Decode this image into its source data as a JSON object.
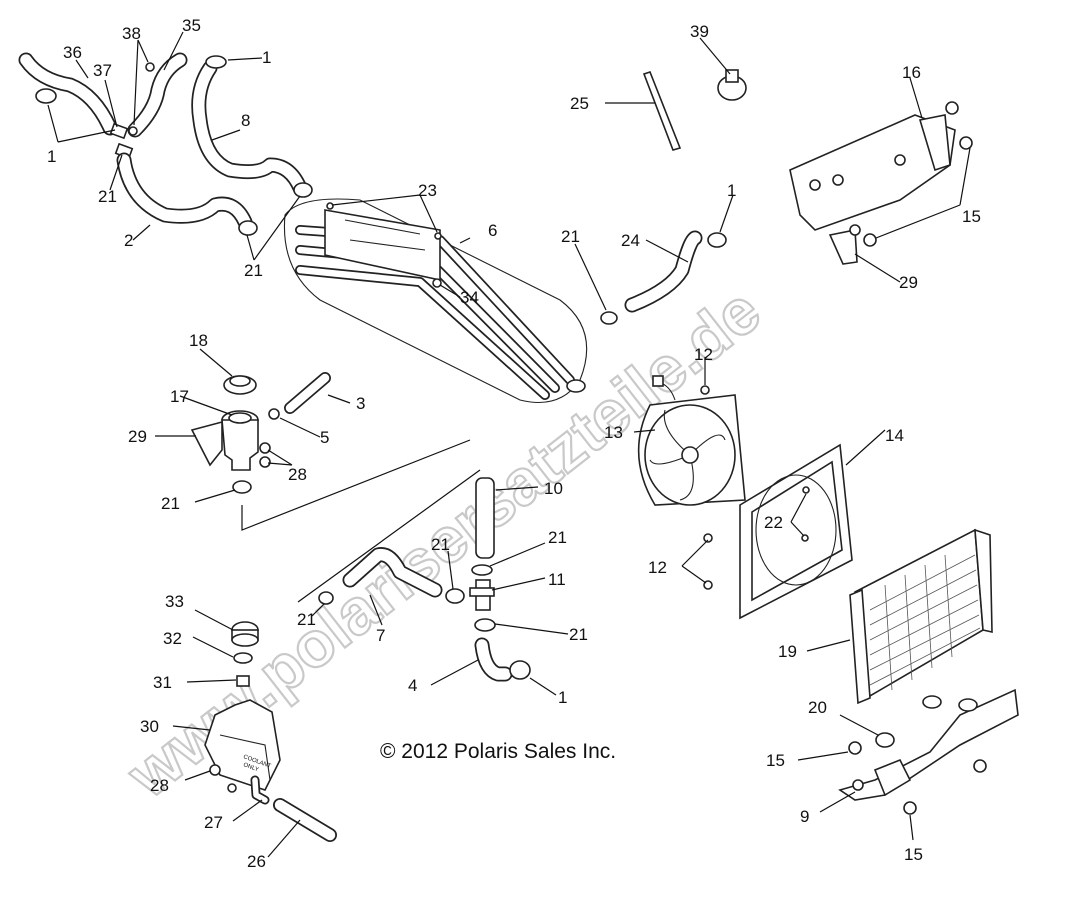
{
  "copyright": "© 2012 Polaris Sales Inc.",
  "watermark": "www.polarisersatzteile.de",
  "callouts": {
    "c36": "36",
    "c38": "38",
    "c35": "35",
    "c37": "37",
    "c1a": "1",
    "c1b": "1",
    "c8": "8",
    "c21a": "21",
    "c2": "2",
    "c21b": "21",
    "c23": "23",
    "c6": "6",
    "c34": "34",
    "c39": "39",
    "c25": "25",
    "c16": "16",
    "c1c": "1",
    "c24": "24",
    "c21c": "21",
    "c15a": "15",
    "c29a": "29",
    "c18": "18",
    "c3": "3",
    "c17": "17",
    "c5": "5",
    "c29b": "29",
    "c28a": "28",
    "c12a": "12",
    "c13": "13",
    "c14": "14",
    "c21d": "21",
    "c10": "10",
    "c22": "22",
    "c21e": "21",
    "c21f": "21",
    "c11": "11",
    "c12b": "12",
    "c33": "33",
    "c21g": "21",
    "c7": "7",
    "c32": "32",
    "c21h": "21",
    "c19": "19",
    "c31": "31",
    "c4": "4",
    "c1d": "1",
    "c30": "30",
    "c20": "20",
    "c28b": "28",
    "c15b": "15",
    "c27": "27",
    "c9": "9",
    "c15c": "15",
    "c26": "26"
  },
  "bottle_label": [
    "COOLANT",
    "ONLY"
  ]
}
